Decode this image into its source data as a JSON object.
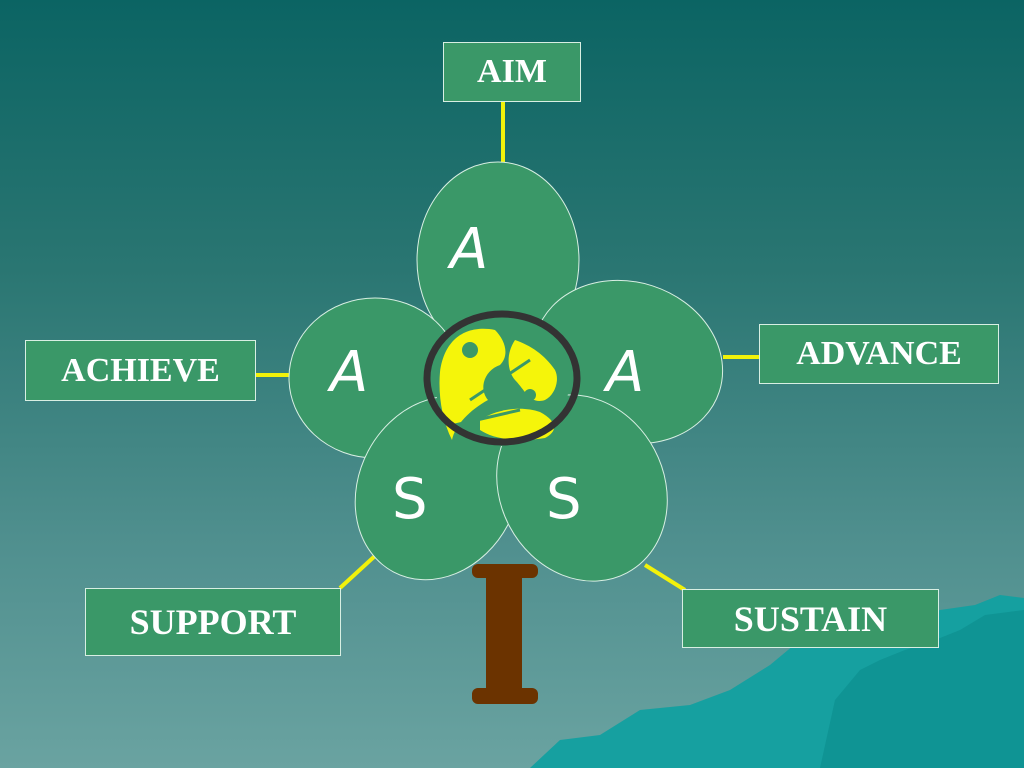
{
  "labels": {
    "aim": "AIM",
    "advance": "ADVANCE",
    "achieve": "ACHIEVE",
    "support": "SUPPORT",
    "sustain": "SUSTAIN"
  },
  "petals": {
    "top": "A",
    "left": "A",
    "right": "A",
    "bottom_left": "S",
    "bottom_right": "S"
  },
  "trunk_letter": "I",
  "colors": {
    "petal": "#3a9868",
    "connector": "#f2f20a",
    "trunk": "#6b3300",
    "globe_yellow": "#f5f50a",
    "mountains": "#12a0a0"
  },
  "icons": {
    "center": "globe-icon"
  }
}
